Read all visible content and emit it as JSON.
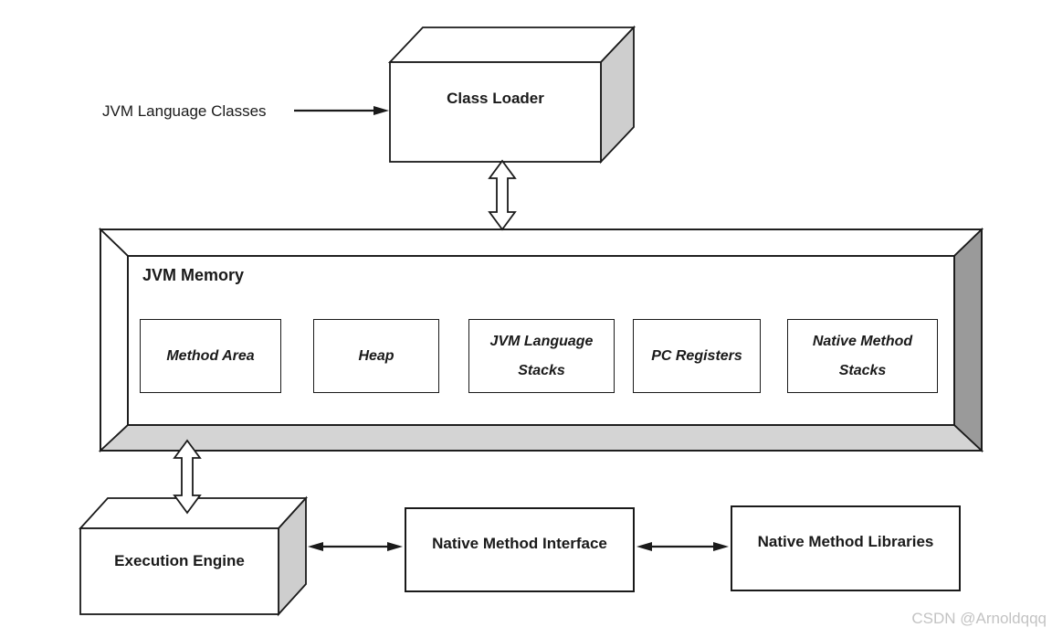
{
  "colors": {
    "line": "#1a1a1a",
    "side_face": "#cecece",
    "tray_bottom": "#d4d4d4",
    "tray_right": "#9a9a9a",
    "watermark": "#c3c3c3"
  },
  "diagram": {
    "input_label": "JVM Language Classes",
    "class_loader": "Class Loader",
    "jvm_memory": {
      "title": "JVM Memory",
      "components": [
        {
          "label": "Method Area"
        },
        {
          "label": "Heap"
        },
        {
          "label": "JVM Language Stacks"
        },
        {
          "label": "PC Registers"
        },
        {
          "label": "Native Method Stacks"
        }
      ]
    },
    "execution_engine": "Execution Engine",
    "native_method_interface": "Native Method Interface",
    "native_method_libraries": "Native Method Libraries"
  },
  "watermark": "CSDN @Arnoldqqq"
}
